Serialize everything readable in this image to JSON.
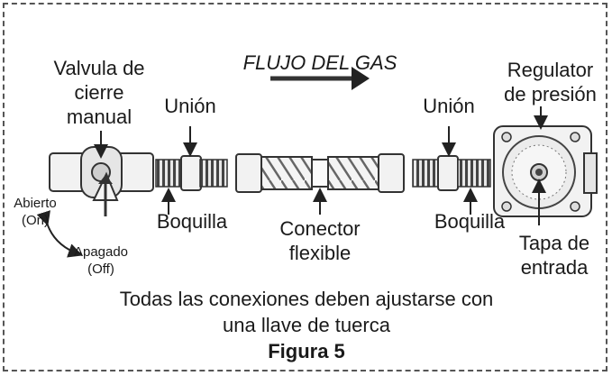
{
  "labels": {
    "valve": [
      "Valvula de",
      "cierre",
      "manual"
    ],
    "gas_flow": "FLUJO DEL GAS",
    "union_left": "Unión",
    "union_right": "Unión",
    "regulator": [
      "Regulator",
      "de presión"
    ],
    "open": [
      "Abierto",
      "(On)"
    ],
    "closed": [
      "Apagado",
      "(Off)"
    ],
    "nipple_left": "Boquilla",
    "nipple_right": "Boquilla",
    "connector": [
      "Conector",
      "flexible"
    ],
    "inlet_cap": [
      "Tapa de",
      "entrada"
    ]
  },
  "caption": {
    "line1": "Todas las conexiones deben ajustarse con",
    "line2": "una llave de tuerca",
    "figure": "Figura 5"
  }
}
